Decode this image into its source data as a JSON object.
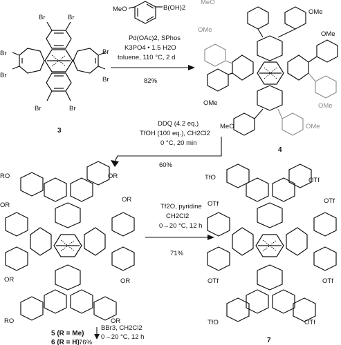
{
  "reagent_top": {
    "meo": "MeO",
    "boronic": "B(OH)2"
  },
  "step1": {
    "line1": "Pd(OAc)2, SPhos",
    "line2": "K3PO4 • 1.5 H2O",
    "line3": "toluene, 110 °C, 2 d",
    "yield": "82%"
  },
  "step2": {
    "line1": "DDQ (4.2 eq.)",
    "line2": "TfOH (100 eq.), CH2Cl2",
    "line3": "0 °C, 20 min",
    "yield": "60%"
  },
  "step3": {
    "line1": "Tf2O, pyridine",
    "line2": "CH2Cl2",
    "line3": "0→20 °C, 12 h",
    "yield": "71%"
  },
  "step4": {
    "line1": "BBr3, CH2Cl2",
    "line2": "0→20 °C, 12 h",
    "yield": "76%"
  },
  "compounds": {
    "c3": "3",
    "c4": "4",
    "c5": "5 (R = Me)",
    "c6": "6 (R = H)",
    "c7": "7"
  },
  "atoms": {
    "br": "Br",
    "ome": "OMe",
    "meo": "MeO",
    "or": "OR",
    "ro": "RO",
    "otf": "OTf",
    "tfo": "TfO"
  }
}
